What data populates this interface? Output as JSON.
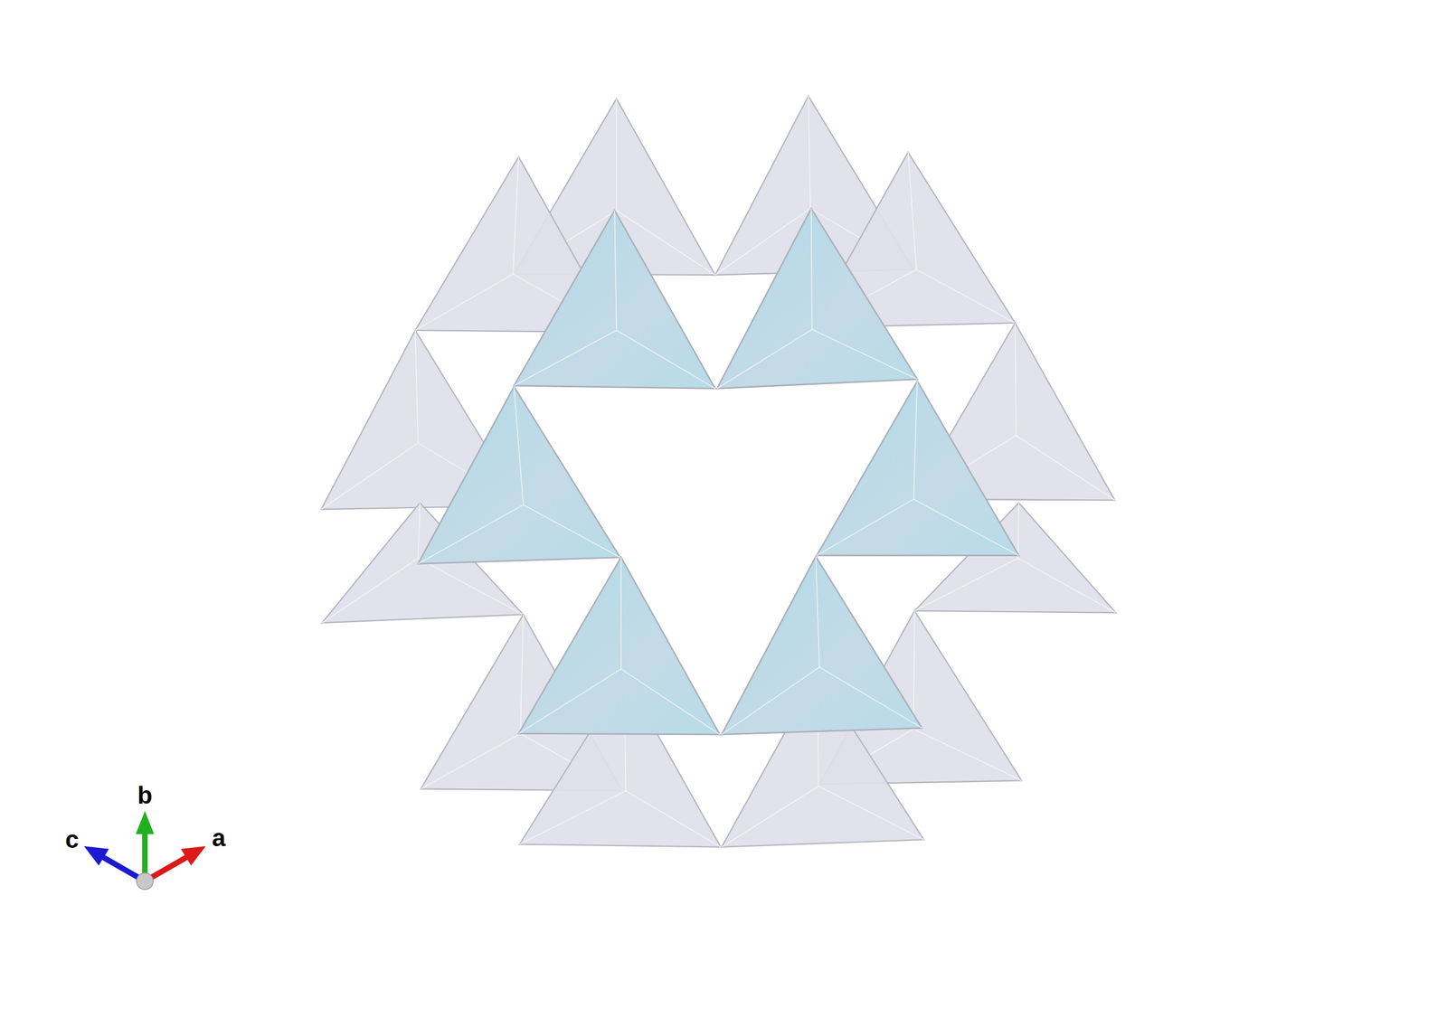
{
  "diagram": {
    "labels": [
      "b",
      "c",
      "a"
    ]
  }
}
